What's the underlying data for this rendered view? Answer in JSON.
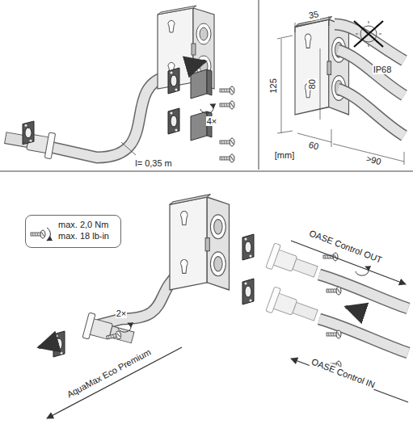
{
  "diagram": {
    "nodes": [
      {
        "text": [
          "max. 2,0 Nm",
          "max. 18 lb-in"
        ]
      }
    ],
    "labels": [
      "l= 0,35 m",
      "4×",
      "35",
      "125",
      "80",
      "60",
      ">90",
      "[mm]",
      "IP68",
      "2×",
      "4×",
      "OASE Control OUT",
      "OASE Control IN",
      "AquaMax Eco Premium"
    ]
  }
}
